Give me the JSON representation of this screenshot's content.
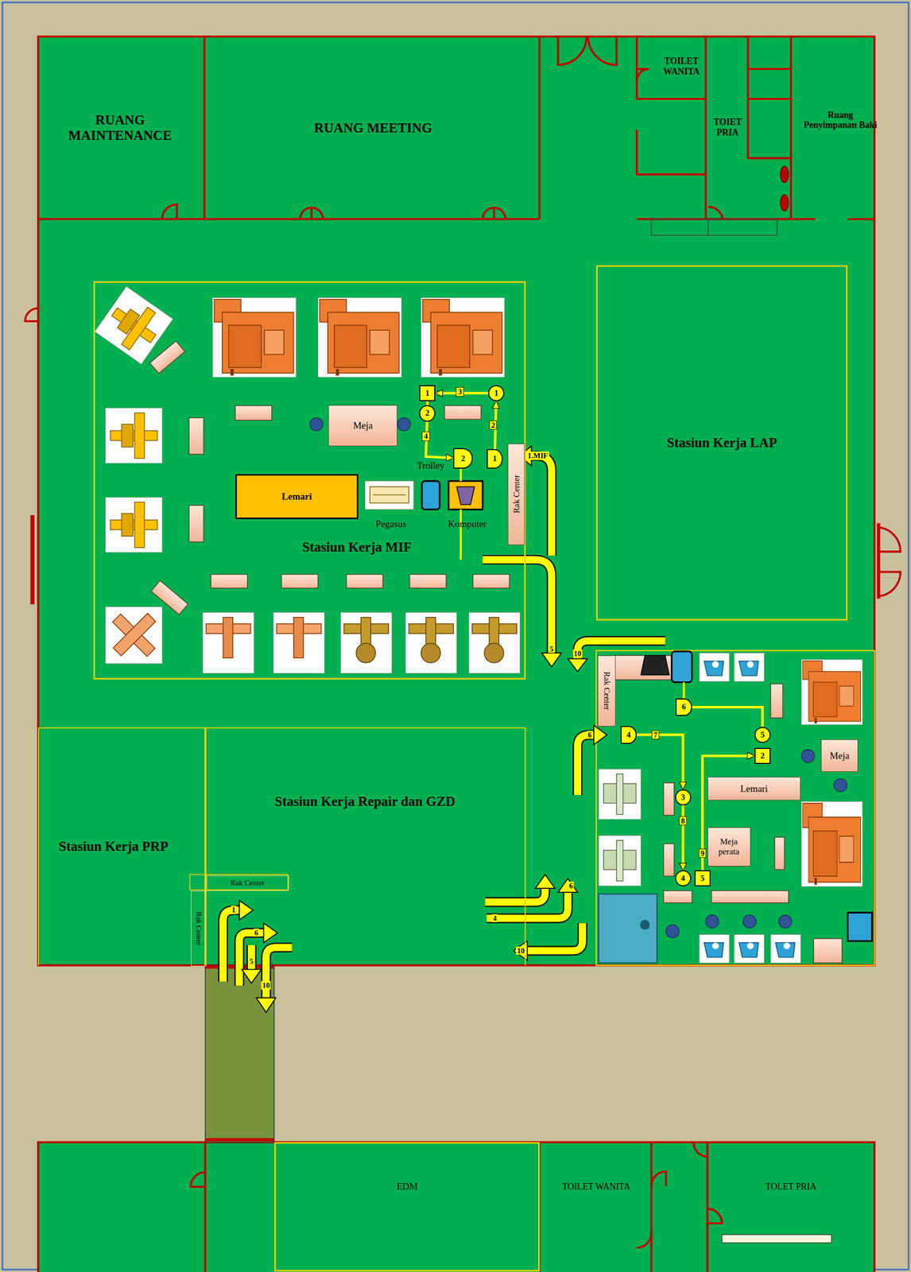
{
  "diagram": {
    "nodes": [
      {
        "text": [
          "RUANG MAINTENANCE"
        ]
      },
      {
        "text": [
          "RUANG MEETING"
        ]
      },
      {
        "text": [
          "TOILET WANITA"
        ]
      },
      {
        "text": [
          "TOIET PRIA"
        ]
      },
      {
        "text": [
          "Ruang Penyimpanan Baki"
        ]
      },
      {
        "text": [
          "Stasiun Kerja MIF"
        ]
      },
      {
        "text": [
          "Meja"
        ],
        "in": 5
      },
      {
        "text": [
          "Lemari"
        ],
        "in": 5
      },
      {
        "text": [
          "Rak Center"
        ],
        "in": 5
      },
      {
        "text": [
          "1"
        ],
        "in": 5
      },
      {
        "text": [
          "1"
        ],
        "in": 5
      },
      {
        "text": [
          "2"
        ],
        "in": 5
      },
      {
        "text": [
          "1"
        ],
        "in": 5
      },
      {
        "text": [
          "2"
        ],
        "in": 5
      },
      {
        "text": [
          "Stasiun Kerja LAP"
        ]
      },
      {
        "text": [
          "Stasiun Kerja Repair dan GZD"
        ]
      },
      {
        "text": [
          "Stasiun Kerja PRP"
        ]
      },
      {
        "text": [
          "Rak Center"
        ],
        "in": 15
      },
      {
        "text": [
          "Rak Center"
        ],
        "in": 16
      },
      {
        "text": [
          "Rak Center"
        ]
      },
      {
        "text": [
          "6"
        ]
      },
      {
        "text": [
          "5"
        ]
      },
      {
        "text": [
          "2"
        ]
      },
      {
        "text": [
          "4"
        ]
      },
      {
        "text": [
          "3"
        ]
      },
      {
        "text": [
          "4"
        ]
      },
      {
        "text": [
          "5"
        ]
      },
      {
        "text": [
          "Meja"
        ]
      },
      {
        "text": [
          "Lemari"
        ]
      },
      {
        "text": [
          "Meja perata"
        ]
      },
      {
        "text": [
          "EDM"
        ]
      },
      {
        "text": [
          "TOILET WANITA"
        ]
      },
      {
        "text": [
          "TOLET PRIA"
        ]
      }
    ],
    "edges": [
      {
        "from": 10,
        "to": 9,
        "arrow": "to",
        "label": "3"
      },
      {
        "from": 12,
        "to": 10,
        "arrow": "to",
        "label": "2"
      },
      {
        "from": 11,
        "to": 13,
        "arrow": "to",
        "label": "4"
      },
      {
        "from": 9,
        "to": 11,
        "arrow": "none"
      },
      {
        "from": 23,
        "to": 24,
        "arrow": "to",
        "label": "7"
      },
      {
        "from": 24,
        "to": 25,
        "arrow": "to",
        "label": "8"
      },
      {
        "from": 26,
        "to": 22,
        "arrow": "to",
        "label": "9"
      },
      {
        "from": 20,
        "to": 21,
        "arrow": "none"
      }
    ],
    "labels": [
      "Trolley",
      "Pegasus",
      "Komputer",
      "1.MIF",
      "5",
      "10",
      "6",
      "6",
      "4",
      "10",
      "1",
      "6",
      "5",
      "10"
    ]
  }
}
